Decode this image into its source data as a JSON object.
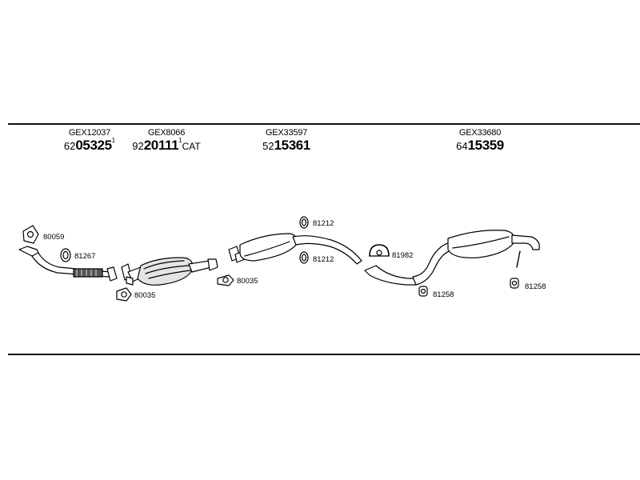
{
  "headers": [
    {
      "code": "GEX12037",
      "prefix": "62",
      "number": "05325",
      "sup": "1",
      "suffix": ""
    },
    {
      "code": "GEX8066",
      "prefix": "92",
      "number": "20111",
      "sup": "1",
      "suffix": "CAT"
    },
    {
      "code": "GEX33597",
      "prefix": "52",
      "number": "15361",
      "sup": "",
      "suffix": ""
    },
    {
      "code": "GEX33680",
      "prefix": "64",
      "number": "15359",
      "sup": "",
      "suffix": ""
    }
  ],
  "part_labels": {
    "gasket_front": "80059",
    "clamp_front": "81267",
    "gasket_cat_front": "80035",
    "gasket_cat_rear": "80035",
    "hanger_mid_top": "81212",
    "hanger_mid_bottom": "81212",
    "clamp_rear": "81982",
    "hanger_rear_left": "81258",
    "hanger_rear_right": "81258"
  }
}
